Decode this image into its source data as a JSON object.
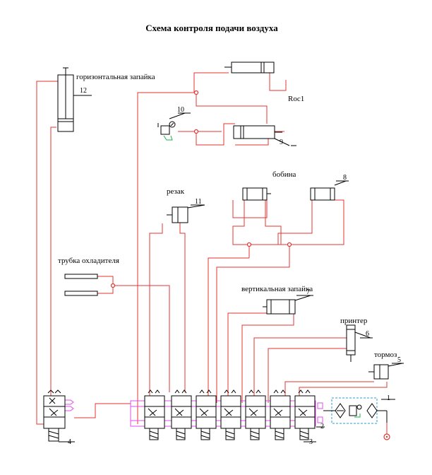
{
  "title": "Схема контроля подачи воздуха",
  "labels": {
    "horizontal_seal": "горизонтальная запайка",
    "roc": "Roc1",
    "bobbin": "бобина",
    "cutter": "резак",
    "cooling_tube": "трубка охладителя",
    "vertical_seal": "вертикальная запайка",
    "printer": "принтер",
    "brake": "тормоз"
  },
  "numbers": {
    "n1": "1",
    "n2": "2",
    "n3": "3",
    "n4": "4",
    "n5": "5",
    "n6": "6",
    "n7": "7",
    "n8": "8",
    "n9": "9",
    "n10": "10",
    "n11": "11",
    "n12": "12"
  },
  "colors": {
    "air_line": "#e3352f",
    "manifold": "#e04ce8",
    "filter_unit": "#2a9fd6",
    "regulator_detail": "#1fb34a"
  }
}
